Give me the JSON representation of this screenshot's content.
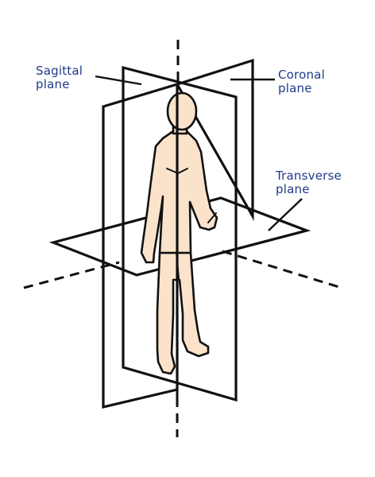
{
  "labels": {
    "sagittal": {
      "line1": "Sagittal",
      "line2": "plane"
    },
    "coronal": {
      "line1": "Coronal",
      "line2": "plane"
    },
    "transverse": {
      "line1": "Transverse",
      "line2": "plane"
    }
  },
  "colors": {
    "label_text": "#1f3a8a",
    "outline": "#111111",
    "skin": "#fbe3cb"
  }
}
